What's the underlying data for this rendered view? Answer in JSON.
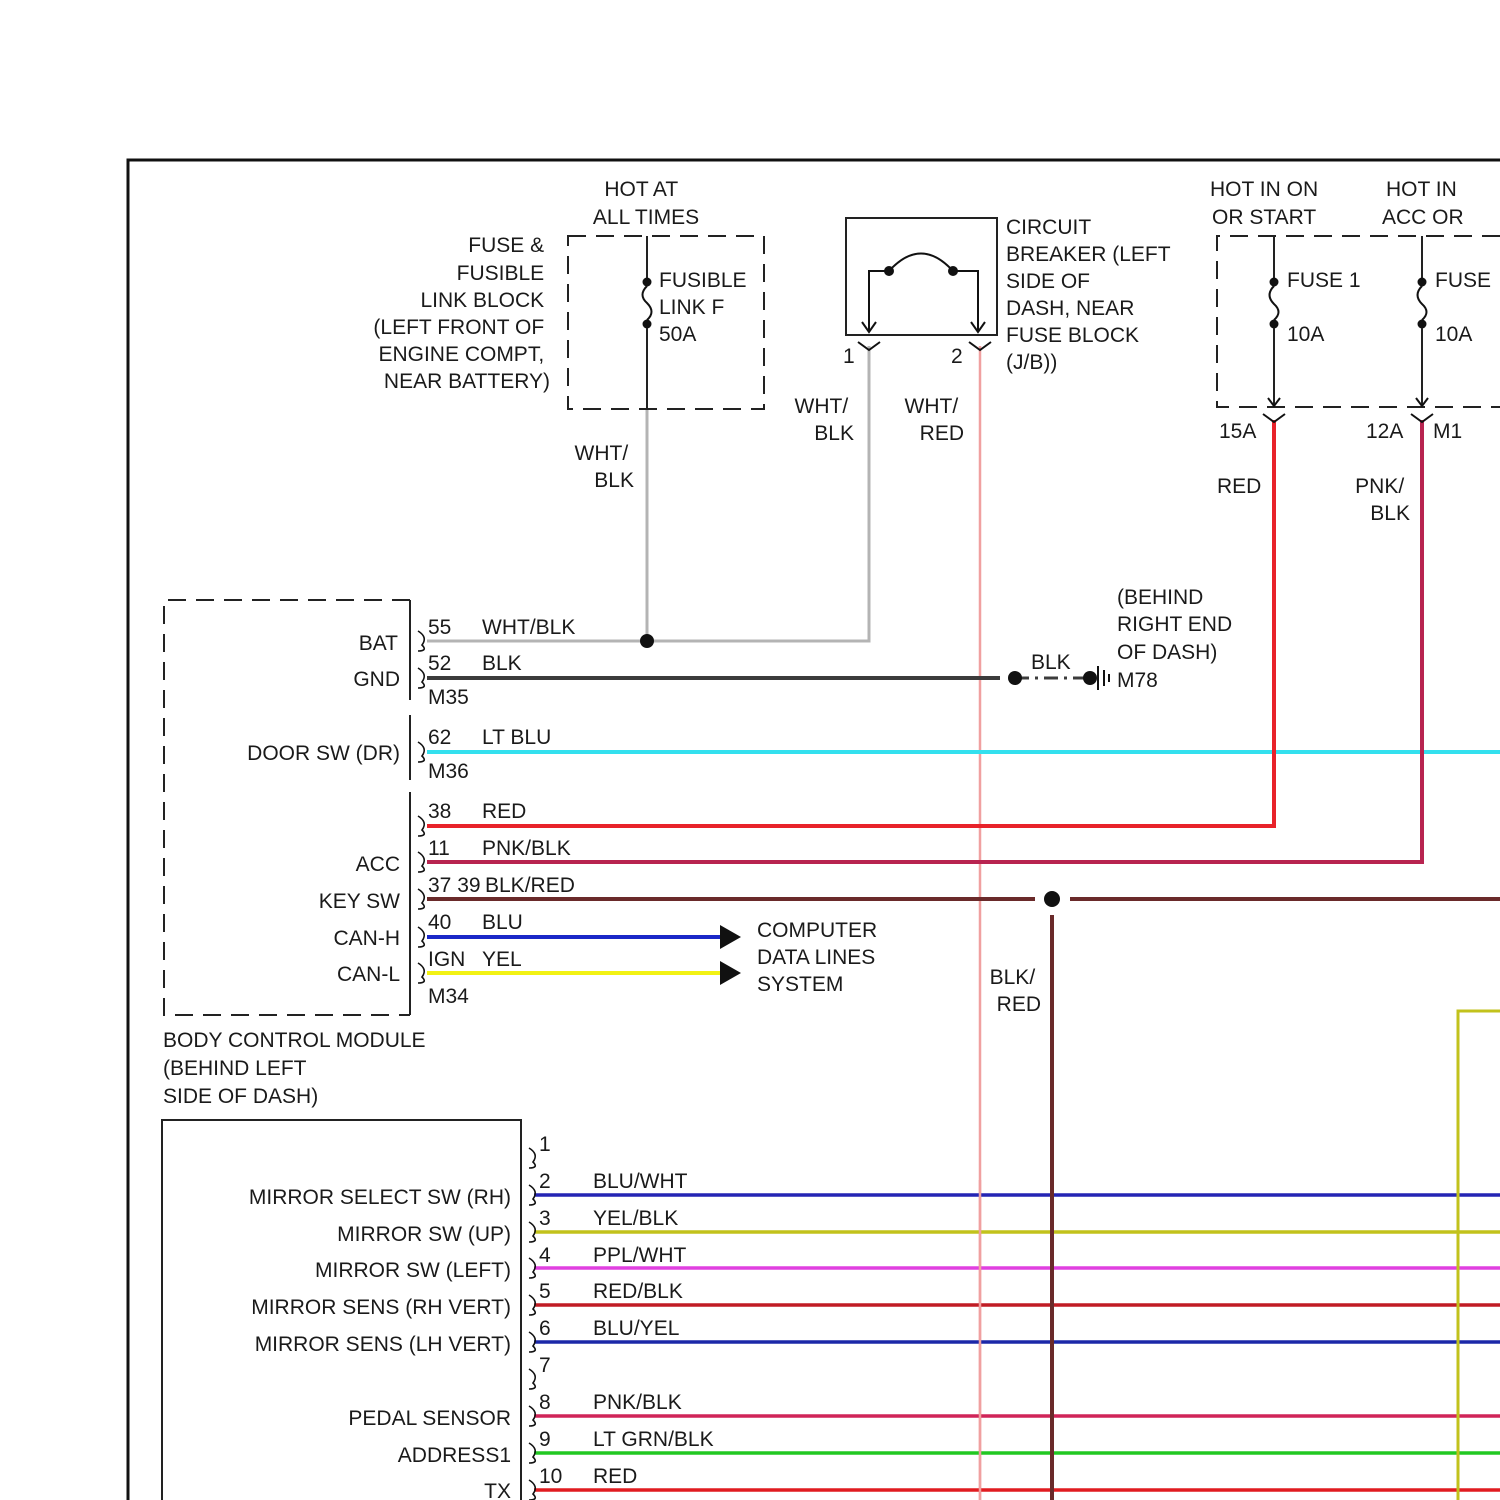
{
  "labels": {
    "hot_at_all_times": [
      "HOT AT",
      "ALL TIMES"
    ],
    "fuse_block": [
      "FUSE &",
      "FUSIBLE",
      "LINK BLOCK",
      "(LEFT FRONT OF",
      "ENGINE COMPT,",
      "NEAR BATTERY)"
    ],
    "fusible_link": [
      "FUSIBLE",
      "LINK F",
      "50A"
    ],
    "wht_blk_feed": [
      "WHT/",
      "BLK"
    ],
    "circuit_breaker": [
      "CIRCUIT",
      "BREAKER (LEFT",
      "SIDE OF",
      "DASH, NEAR",
      "FUSE BLOCK",
      "(J/B))"
    ],
    "cb_pin1": "1",
    "cb_pin2": "2",
    "cb_wire1": [
      "WHT/",
      "BLK"
    ],
    "cb_wire2": [
      "WHT/",
      "RED"
    ],
    "hot_in_on": [
      "HOT IN ON",
      "OR START"
    ],
    "hot_in_acc": [
      "HOT IN",
      "ACC OR"
    ],
    "fuse1_name": "FUSE 1",
    "fuse1_rating": "10A",
    "fuse2_name": "FUSE",
    "fuse2_rating": "10A",
    "pin_15a": "15A",
    "pin_12a": "12A",
    "conn_m1": "M1",
    "wire_red_feed": "RED",
    "wire_pnk_feed": [
      "PNK/",
      "BLK"
    ],
    "ground_location": [
      "(BEHIND",
      "RIGHT END",
      "OF DASH)"
    ],
    "ground_wire": "BLK",
    "ground_conn": "M78",
    "bcm_title": [
      "BODY CONTROL MODULE",
      "(BEHIND LEFT",
      "SIDE OF DASH)"
    ],
    "computer_data": [
      "COMPUTER",
      "DATA LINES",
      "SYSTEM"
    ],
    "blk_red_drop": [
      "BLK/",
      "RED"
    ]
  },
  "bcm_functions": [
    {
      "label": "BAT"
    },
    {
      "label": "GND"
    },
    {
      "label": "DOOR SW (DR)"
    },
    {
      "label": "ACC"
    },
    {
      "label": "KEY SW"
    },
    {
      "label": "CAN-H"
    },
    {
      "label": "CAN-L"
    }
  ],
  "bcm_wires": [
    {
      "pin": "55",
      "color_label": "WHT/BLK",
      "color": "#b4b4b4"
    },
    {
      "pin": "52",
      "color_label": "BLK",
      "color": "#3c3c3c"
    },
    {
      "pin": "62",
      "color_label": "LT BLU",
      "color": "#33e0ee"
    },
    {
      "pin": "38",
      "color_label": "RED",
      "color": "#e8222a"
    },
    {
      "pin": "11",
      "color_label": "PNK/BLK",
      "color": "#b82450"
    },
    {
      "pin": "37 39",
      "color_label": "BLK/RED",
      "color": "#6a2a2a"
    },
    {
      "pin": "40",
      "color_label": "BLU",
      "color": "#1a28c8"
    },
    {
      "pin": "IGN",
      "color_label": "YEL",
      "color": "#f2f214"
    }
  ],
  "bcm_connectors": [
    "M35",
    "M36",
    "M34"
  ],
  "lower_module": {
    "functions": [
      {
        "label": "MIRROR SELECT SW (RH)"
      },
      {
        "label": "MIRROR SW (UP)"
      },
      {
        "label": "MIRROR SW (LEFT)"
      },
      {
        "label": "MIRROR SENS (RH VERT)"
      },
      {
        "label": "MIRROR SENS (LH VERT)"
      },
      {
        "label": "PEDAL SENSOR"
      },
      {
        "label": "ADDRESS1"
      },
      {
        "label": "TX"
      }
    ],
    "pins": [
      "1",
      "2",
      "3",
      "4",
      "5",
      "6",
      "7",
      "8",
      "9",
      "10"
    ],
    "wires": [
      {
        "pin": "2",
        "color_label": "BLU/WHT",
        "color": "#2424b4"
      },
      {
        "pin": "3",
        "color_label": "YEL/BLK",
        "color": "#c2c21c"
      },
      {
        "pin": "4",
        "color_label": "PPL/WHT",
        "color": "#e040e0"
      },
      {
        "pin": "5",
        "color_label": "RED/BLK",
        "color": "#c01c24"
      },
      {
        "pin": "6",
        "color_label": "BLU/YEL",
        "color": "#1c28a8"
      },
      {
        "pin": "8",
        "color_label": "PNK/BLK",
        "color": "#d02458"
      },
      {
        "pin": "9",
        "color_label": "LT GRN/BLK",
        "color": "#22c822"
      },
      {
        "pin": "10",
        "color_label": "RED",
        "color": "#e01c20"
      }
    ]
  }
}
